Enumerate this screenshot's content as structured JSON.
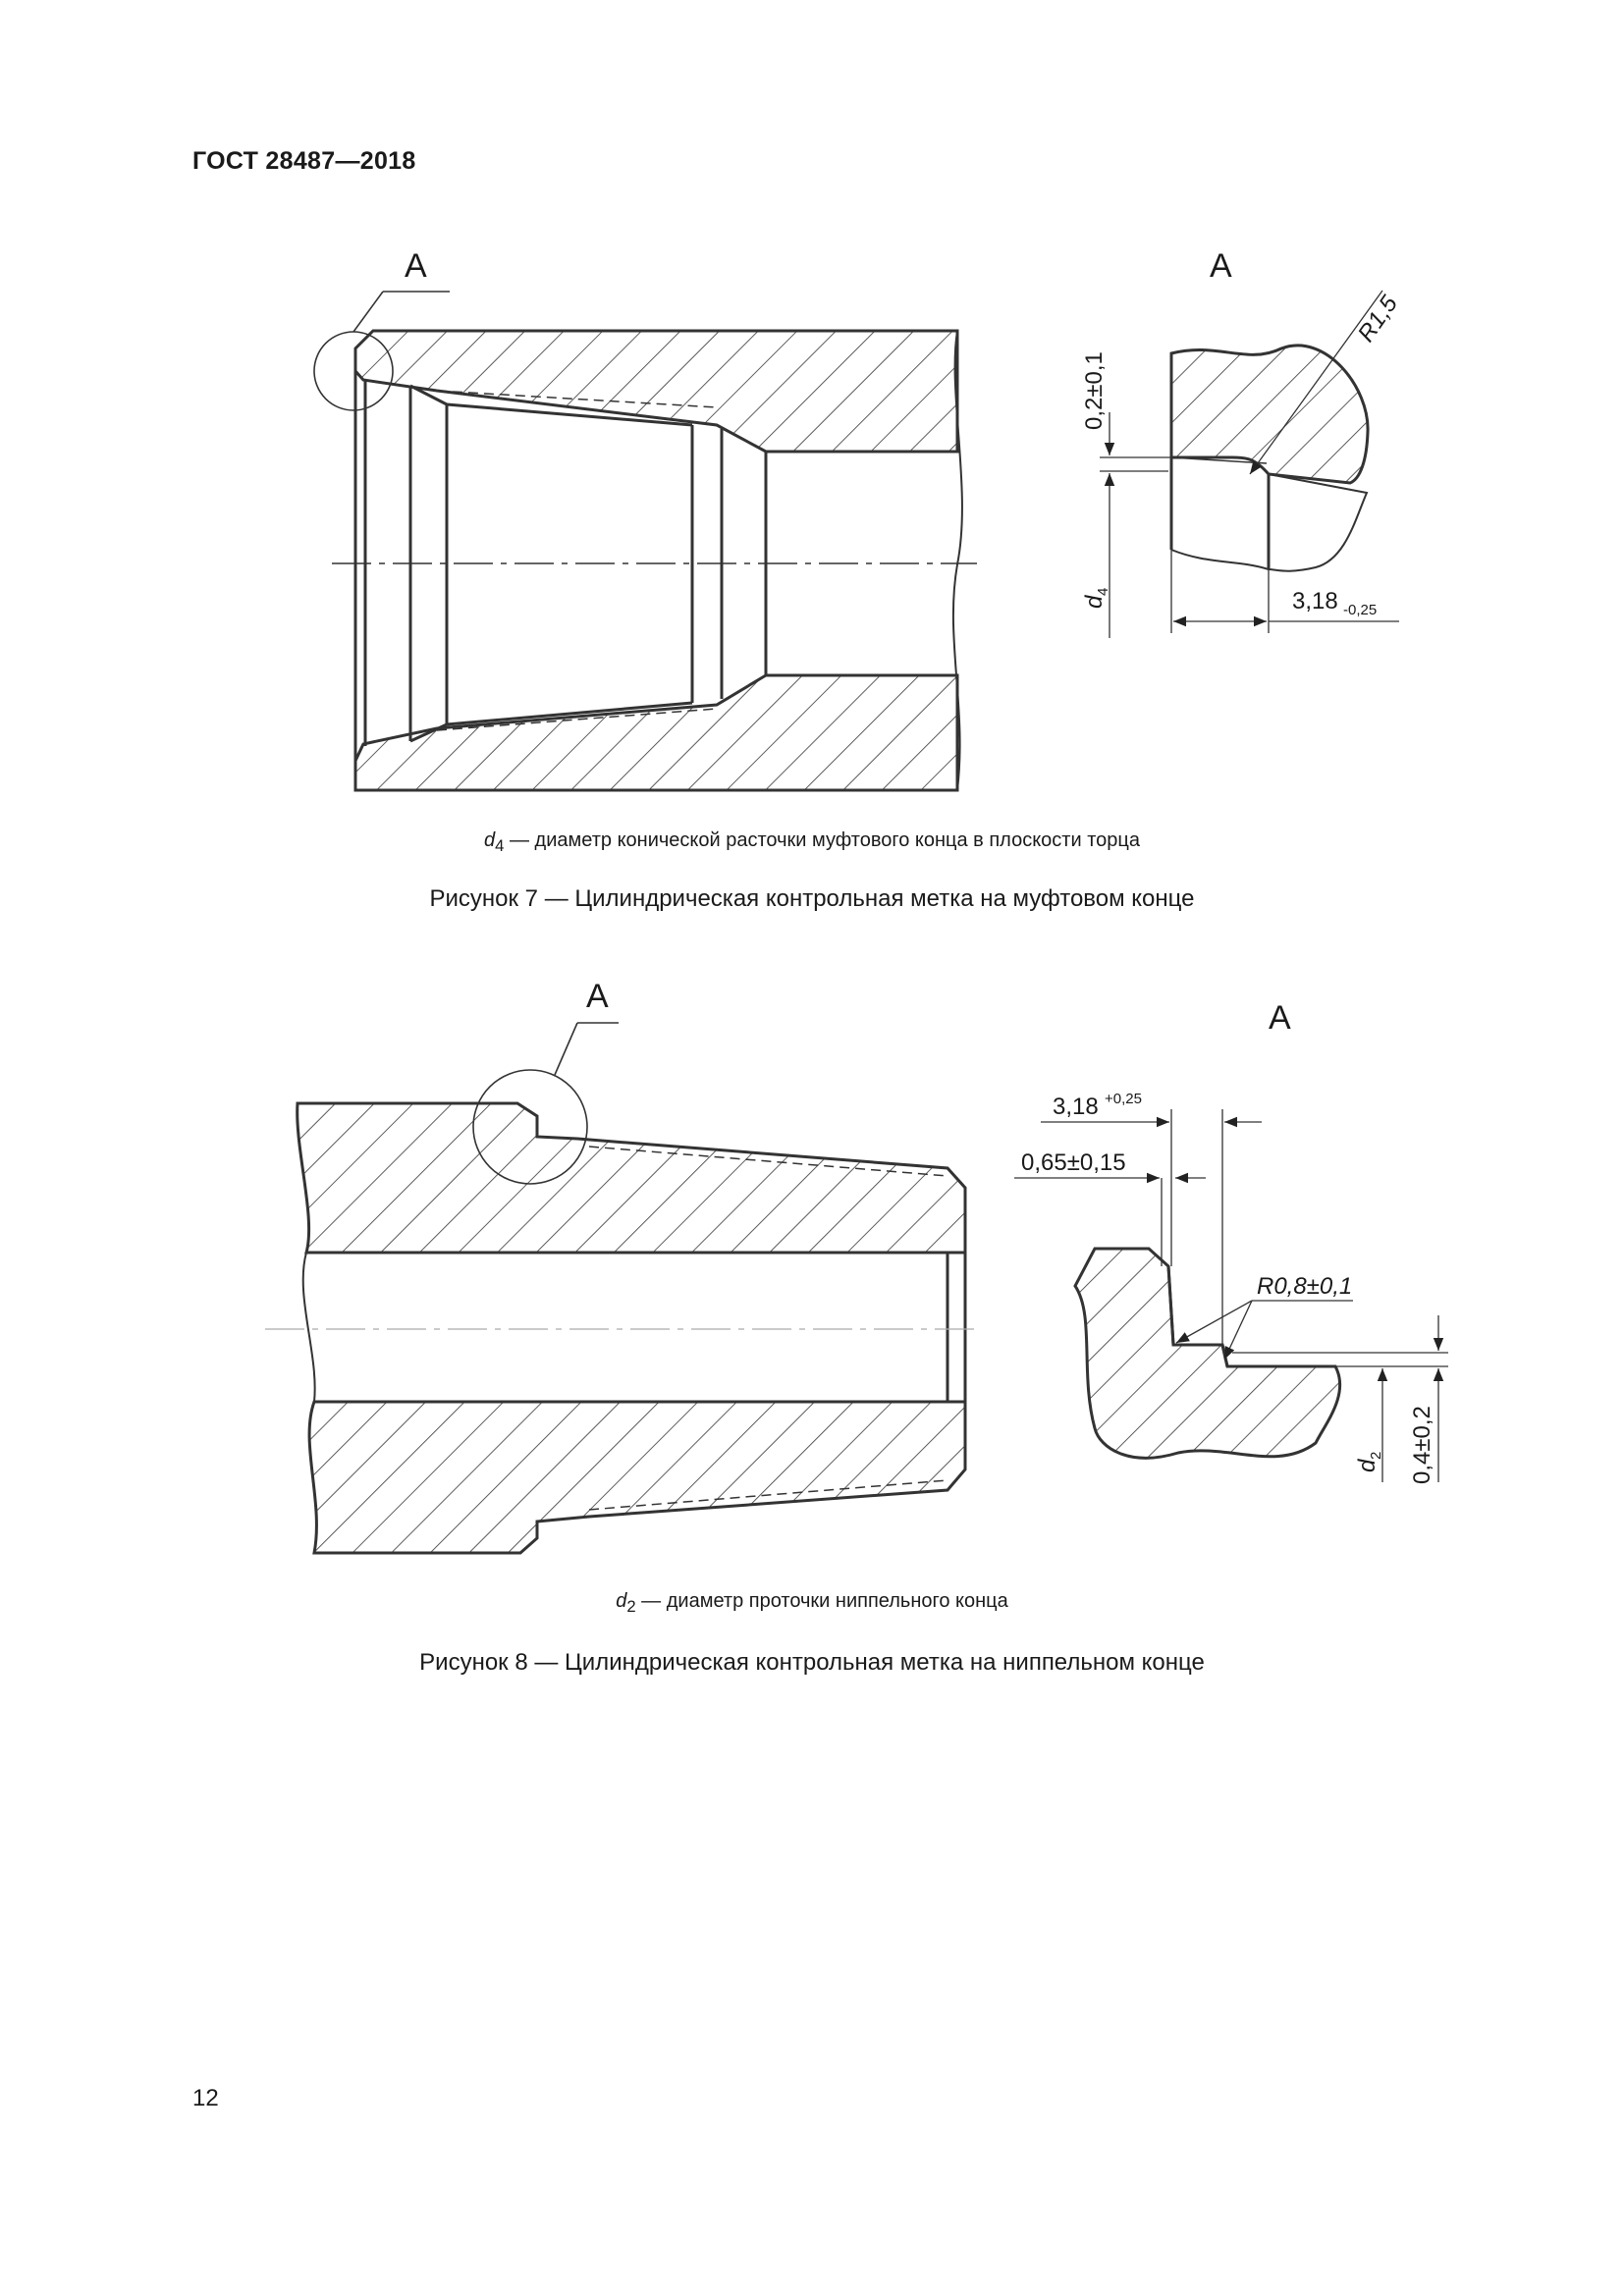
{
  "header": {
    "standard": "ГОСТ 28487—2018"
  },
  "figure7": {
    "view_label": "А",
    "detail_label": "А",
    "dim_gap": "0,2±0,1",
    "dim_radius": "R1,5",
    "dim_diameter": "d",
    "dim_diameter_sub": "4",
    "dim_width": "3,18",
    "dim_width_tol": "-0,25",
    "legend_symbol": "d",
    "legend_sub": "4",
    "legend_text": " — диаметр конической расточки муфтового конца в плоскости торца",
    "title": "Рисунок 7 — Цилиндрическая контрольная метка на муфтовом конце"
  },
  "figure8": {
    "view_label": "А",
    "detail_label": "А",
    "dim_width": "3,18",
    "dim_width_tol": "+0,25",
    "dim_depth": "0,65±0,15",
    "dim_radius": "R0,8±0,1",
    "dim_diameter": "d",
    "dim_diameter_sub": "2",
    "dim_step": "0,4±0,2",
    "legend_symbol": "d",
    "legend_sub": "2",
    "legend_text": " — диаметр проточки ниппельного конца",
    "title": "Рисунок 8 — Цилиндрическая контрольная метка на ниппельном конце"
  },
  "footer": {
    "page_number": "12"
  }
}
